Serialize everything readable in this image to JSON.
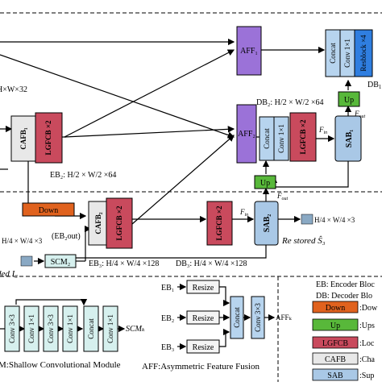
{
  "blocks": {
    "aff1": "AFF₁",
    "aff2": "AFF₂",
    "concat": "Concat",
    "conv1x1": "Conv 1×1",
    "conv3x3": "Conv 3×3",
    "resblock": "Resblock ×4",
    "up": "Up",
    "lgfcb_x2": "LGFCB ×2",
    "sab1": "SAB₁",
    "sab2": "SAB₂",
    "cafb1": "CAFB₁",
    "cafb2": "CAFB₂",
    "down": "Down",
    "scm2": "SCM₂",
    "resize": "Resize"
  },
  "labels": {
    "hw32": "H×W×32",
    "db1_prefix": "DB",
    "db1_sub": "1",
    "db2": "DB₂: H/2 × W/2 ×64",
    "eb2": "EB₂: H/2 × W/2 ×64",
    "eb3": "EB₃: H/4 × W/4 ×128",
    "db3": "DB₃: H/4 × W/4 ×128",
    "f_in": "F",
    "f_in_sub": "in",
    "f_out": "F",
    "f_out_sub": "out",
    "eb2_out": "(EB₂out)",
    "dims_small": "H/4 × W/4 ×3",
    "restored": "Re stored Ŝ₃",
    "degraded": "ded I₃",
    "scm_k": "SCMₖ",
    "aff_k": "AFFₖ",
    "eb1": "EB₁",
    "eb2_short": "EB₂",
    "eb3_short": "EB₃",
    "scm_caption": "M:Shallow Convolutional Module",
    "aff_caption": "AFF:Asymmetric  Feature Fusion"
  },
  "legend": {
    "eb": "EB: Encoder Bloc",
    "db": "DB: Decoder Blo",
    "items": [
      {
        "label": "Down",
        "text": ":Dow"
      },
      {
        "label": "Up",
        "text": ":Ups"
      },
      {
        "label": "LGFCB",
        "text": ":Loc"
      },
      {
        "label": "CAFB",
        "text": ":Cha"
      },
      {
        "label": "SAB",
        "text": ":Sup"
      }
    ]
  },
  "colors": {
    "aff": "#9b72d8",
    "concat": "#b7d4ee",
    "resblock": "#2f7ee0",
    "up": "#58b83a",
    "lgfcb": "#c94a5d",
    "sab": "#a9c8e6",
    "cafb": "#e8e8e8",
    "down": "#e0621e",
    "scm": "#d6f0ee",
    "resize": "#f4f4f4"
  }
}
